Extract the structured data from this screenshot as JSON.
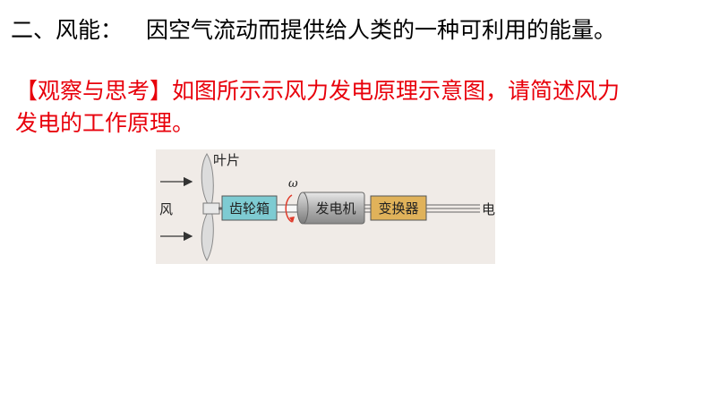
{
  "heading": {
    "label": "二、风能：",
    "text": "因空气流动而提供给人类的一种可利用的能量。"
  },
  "prompt": {
    "tag": "【观察与思考】",
    "line1_rest": "如图所示示风力发电原理示意图，请简述风力",
    "line2": "发电的工作原理。"
  },
  "diagram": {
    "wind": "风",
    "blade": "叶片",
    "gearbox": "齿轮箱",
    "omega": "ω",
    "generator": "发电机",
    "converter": "变换器",
    "grid": "电网",
    "colors": {
      "background": "#f0ebe7",
      "gearbox": "#7ecbd2",
      "generator": "#c8c8c8",
      "converter": "#e0b25a",
      "rotation_arrow": "#e03a2a"
    }
  }
}
